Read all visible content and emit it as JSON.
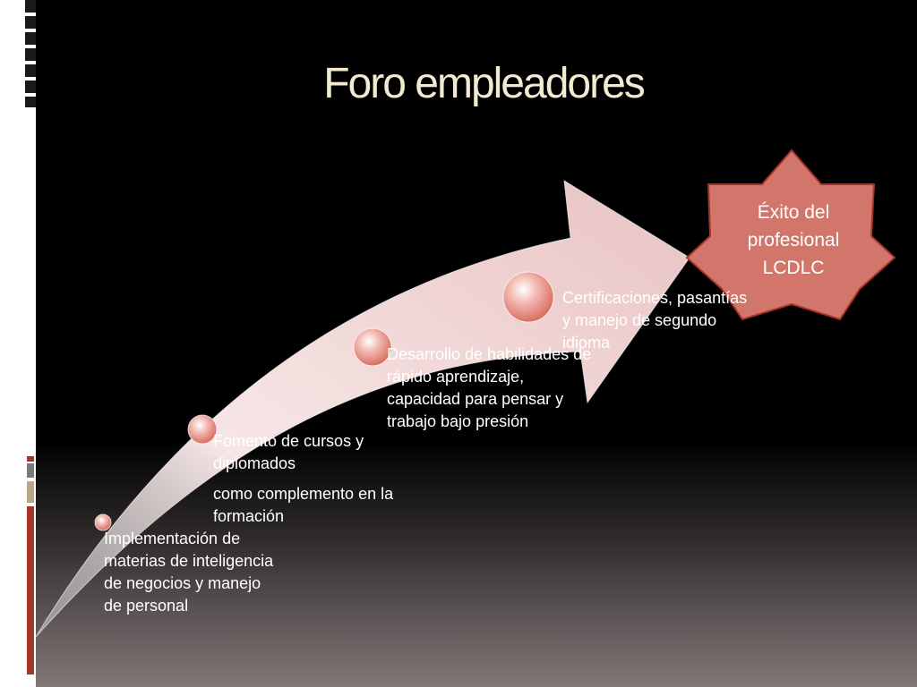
{
  "slide": {
    "title": "Foro empleadores",
    "steps": [
      {
        "text": "Implementación de materias de inteligencia de negocios y manejo de personal"
      },
      {
        "text": "Fomento de cursos y diplomados",
        "extra": "como complemento en la formación"
      },
      {
        "text": "Desarrollo de habilidades de rápido aprendizaje, capacidad para pensar y trabajo bajo presión"
      },
      {
        "text": "Certificaciones, pasantías y manejo de segundo idioma"
      }
    ],
    "goal": {
      "line1": "Éxito del",
      "line2": "profesional",
      "line3": "LCDLC"
    }
  },
  "colors": {
    "title": "#f3ead2",
    "star_fill": "#d2766c",
    "star_stroke": "#a33427",
    "arrow_light": "#f4dcdc",
    "accent_red": "#a3352a"
  }
}
